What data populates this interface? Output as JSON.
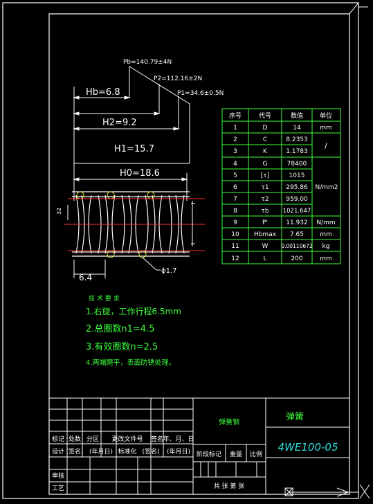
{
  "drawing": {
    "forces": {
      "pb": "Pb=140.79±4N",
      "p2": "P2=112.16±2N",
      "p1": "P1=34.6±0.5N"
    },
    "heights": {
      "hb": "Hb=6.8",
      "h2": "H2=9.2",
      "h1": "H1=15.7",
      "h0": "H0=18.6"
    },
    "dims": {
      "outer_dia": "32",
      "pitch": "6.4",
      "wire": "ϕ1.7"
    },
    "requirements": {
      "title": "技 术 要 求",
      "items": [
        "1.右旋，工作行程6.5mm",
        "2.总圈数n1=4.5",
        "3.有效圈数n=2.5",
        "4.两端磨平，表面防锈处理。"
      ]
    }
  },
  "params_table": {
    "headers": [
      "序号",
      "代号",
      "数值",
      "单位"
    ],
    "rows": [
      [
        "1",
        "D",
        "14",
        "mm"
      ],
      [
        "2",
        "C",
        "8.2353",
        ""
      ],
      [
        "3",
        "K",
        "1.1783",
        ""
      ],
      [
        "4",
        "G",
        "78400",
        ""
      ],
      [
        "5",
        "[τ]",
        "1015",
        ""
      ],
      [
        "6",
        "τ1",
        "295.86",
        ""
      ],
      [
        "7",
        "τ2",
        "959.00",
        ""
      ],
      [
        "8",
        "τb",
        "1021.647",
        ""
      ],
      [
        "9",
        "P'",
        "11.932",
        "N/mm"
      ],
      [
        "10",
        "Hbmax",
        "7.65",
        "mm"
      ],
      [
        "11",
        "W",
        "0.00110672",
        "kg"
      ],
      [
        "12",
        "L",
        "200",
        "mm"
      ]
    ],
    "merged_units": {
      "slash": "/",
      "stress": "N/mm2"
    }
  },
  "title_block": {
    "material": "弹簧钢",
    "part_name": "弹簧",
    "drawing_no": "4WE100-05",
    "rev_headers": [
      "标记",
      "处数",
      "分区",
      "更改文件号",
      "签名",
      "年、月、日"
    ],
    "row_design": [
      "设计",
      "(签名)",
      "(年月日)",
      "标准化",
      "(签名)",
      "(年月日)"
    ],
    "row_check": "审核",
    "row_process": "工艺",
    "stage_headers": [
      "阶段标记",
      "重量",
      "比例"
    ],
    "sheet_info": "共 张 第 张"
  }
}
